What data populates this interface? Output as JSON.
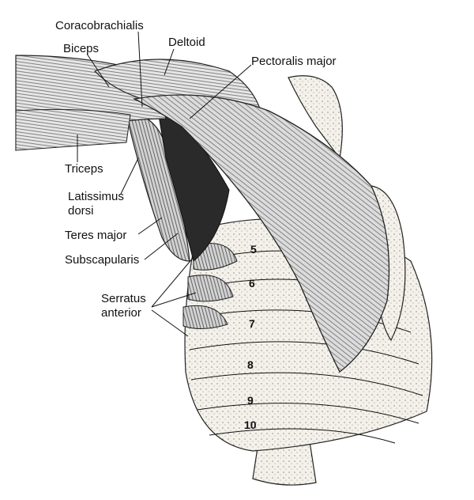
{
  "labels": {
    "coracobrachialis": "Coracobrachialis",
    "biceps": "Biceps",
    "deltoid": "Deltoid",
    "pectoralis_major": "Pectoralis major",
    "triceps": "Triceps",
    "latissimus_line1": "Latissimus",
    "latissimus_line2": "dorsi",
    "teres_major": "Teres major",
    "subscapularis": "Subscapularis",
    "serratus_line1": "Serratus",
    "serratus_line2": "anterior"
  },
  "rib_numbers": [
    "5",
    "6",
    "7",
    "8",
    "9",
    "10"
  ],
  "colors": {
    "ink": "#111111",
    "bone": "#f4f1ea",
    "muscle": "#cfcfcf",
    "shadow": "#2a2a2a"
  }
}
